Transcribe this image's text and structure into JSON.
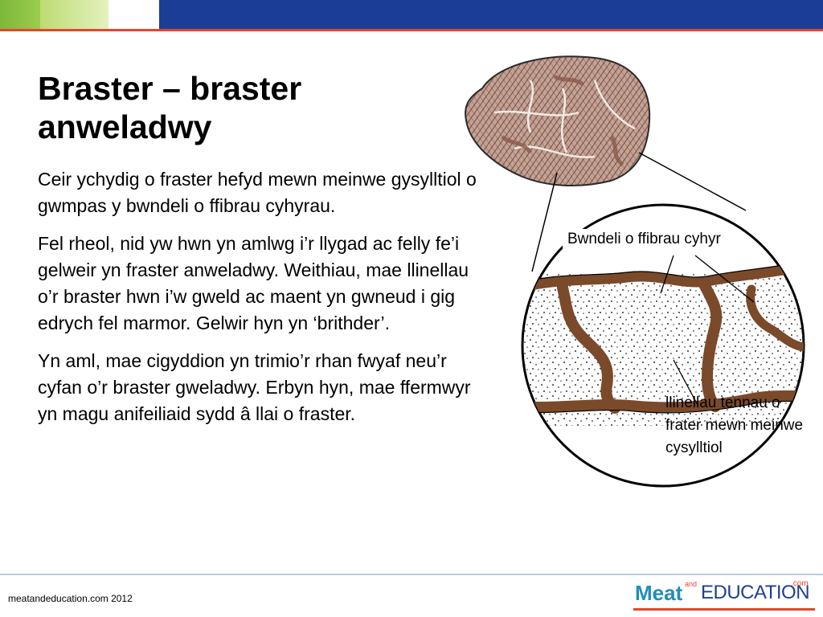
{
  "slide": {
    "title": "Braster – braster anweladwy",
    "paragraphs": [
      "Ceir ychydig o fraster hefyd mewn meinwe gysylltiol o gwmpas y bwndeli o ffibrau cyhyrau.",
      "Fel rheol, nid yw hwn yn amlwg i’r llygad ac felly fe’i gelweir yn fraster anweladwy. Weithiau, mae llinellau o’r braster hwn i’w gweld ac maent yn gwneud i gig edrych fel marmor. Gelwir hyn yn ‘brithder’.",
      "Yn aml, mae cigyddion yn trimio’r rhan fwyaf neu’r cyfan o’r braster gweladwy. Erbyn hyn, mae ffermwyr yn magu anifeiliaid sydd â llai o fraster."
    ]
  },
  "diagram": {
    "label_bundle": "Bwndeli o ffibrau cyhyr",
    "label_fat": "llinellau tennau o frater mewn meinwe cysylltiol"
  },
  "footer": {
    "text": "meatandeducation.com 2012"
  },
  "logo": {
    "meat": "Meat",
    "and": "and",
    "education": "EDUCATION",
    "com": ".com"
  },
  "colors": {
    "header_blue": "#1c3d96",
    "header_green": "#7db83a",
    "accent_red": "#e8452a",
    "fat_brown": "#7a4a2a"
  }
}
